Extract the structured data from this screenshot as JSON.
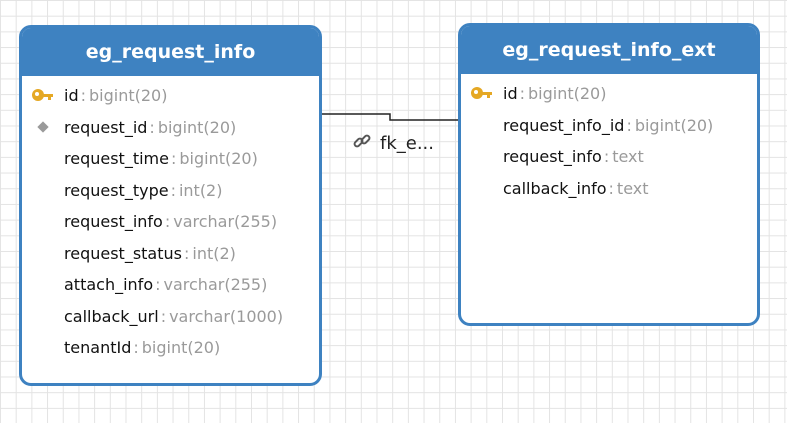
{
  "tables": [
    {
      "title": "eg_request_info",
      "columns": [
        {
          "name": "id",
          "type": "bigint(20)",
          "icon": "key-icon"
        },
        {
          "name": "request_id",
          "type": "bigint(20)",
          "icon": "diamond-icon"
        },
        {
          "name": "request_time",
          "type": "bigint(20)",
          "icon": ""
        },
        {
          "name": "request_type",
          "type": "int(2)",
          "icon": ""
        },
        {
          "name": "request_info",
          "type": "varchar(255)",
          "icon": ""
        },
        {
          "name": "request_status",
          "type": "int(2)",
          "icon": ""
        },
        {
          "name": "attach_info",
          "type": "varchar(255)",
          "icon": ""
        },
        {
          "name": "callback_url",
          "type": "varchar(1000)",
          "icon": ""
        },
        {
          "name": "tenantId",
          "type": "bigint(20)",
          "icon": ""
        }
      ]
    },
    {
      "title": "eg_request_info_ext",
      "columns": [
        {
          "name": "id",
          "type": "bigint(20)",
          "icon": "key-icon"
        },
        {
          "name": "request_info_id",
          "type": "bigint(20)",
          "icon": ""
        },
        {
          "name": "request_info",
          "type": "text",
          "icon": ""
        },
        {
          "name": "callback_info",
          "type": "text",
          "icon": ""
        }
      ]
    }
  ],
  "relationship": {
    "label": "fk_e...",
    "icon": "link-icon"
  },
  "colors": {
    "header": "#3e82c1",
    "grid": "#e3e3e3",
    "type_text": "#9a9a9a"
  },
  "separator": ":"
}
